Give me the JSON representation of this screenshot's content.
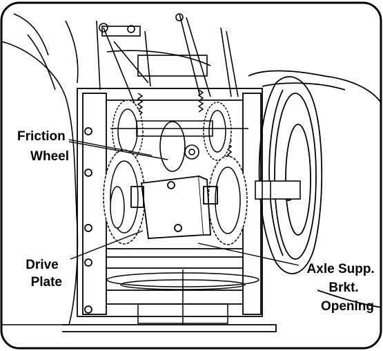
{
  "labels": {
    "friction_wheel": [
      "Friction",
      "Wheel"
    ],
    "drive_plate": [
      "Drive",
      "Plate"
    ],
    "axle_support": [
      "Axle Supp.",
      "Brkt.",
      "Opening"
    ]
  },
  "colors": {
    "line": "#000000",
    "background": "#ffffff"
  }
}
